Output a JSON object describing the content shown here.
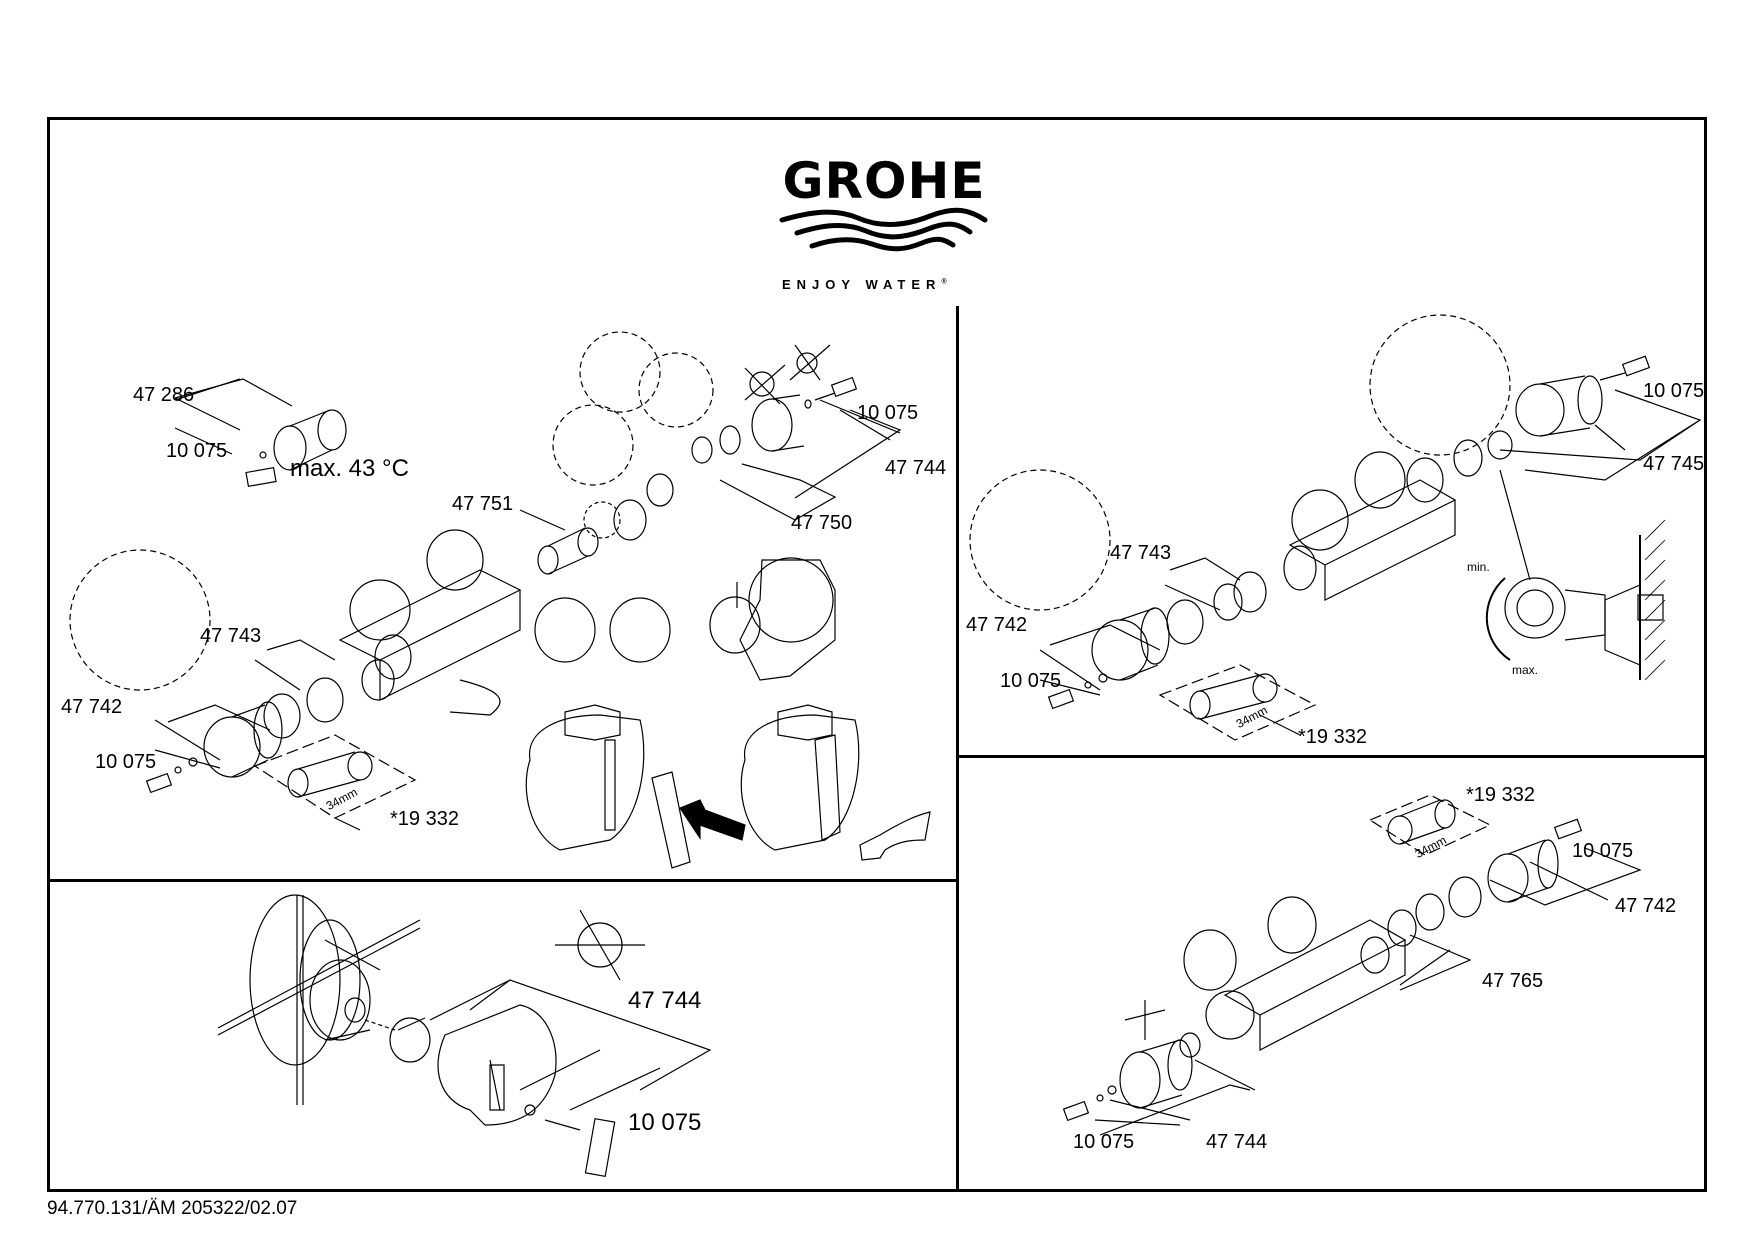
{
  "logo": {
    "brand": "GROHE",
    "tagline": "ENJOY WATER",
    "registered_mark": "®"
  },
  "panels": {
    "top_left": {
      "labels": {
        "handle_cap": "47 286",
        "screw_cap": "10 075",
        "max_temp": "max. 43 °C",
        "cartridge": "47 751",
        "screw_top": "10 075",
        "handle_set": "47 744",
        "stop_ring": "47 750",
        "ring_set": "47 743",
        "handle_left": "47 742",
        "screw_left": "10 075",
        "tool": "*19 332",
        "tool_size": "34mm"
      }
    },
    "top_right": {
      "labels": {
        "screw_top": "10 075",
        "handle_set": "47 745",
        "ring_set": "47 743",
        "handle_left": "47 742",
        "screw_left": "10 075",
        "tool": "*19 332",
        "tool_size": "34mm",
        "min": "min.",
        "max": "max."
      }
    },
    "bottom_left": {
      "labels": {
        "handle_set": "47 744",
        "screw": "10 075"
      }
    },
    "bottom_right": {
      "labels": {
        "tool": "*19 332",
        "tool_size": "34mm",
        "screw_top": "10 075",
        "handle_set": "47 742",
        "ring_set": "47 765",
        "screw_bottom": "10 075",
        "handle_bottom": "47 744"
      }
    }
  },
  "footer": {
    "document_code": "94.770.131/ÄM 205322/02.07"
  }
}
